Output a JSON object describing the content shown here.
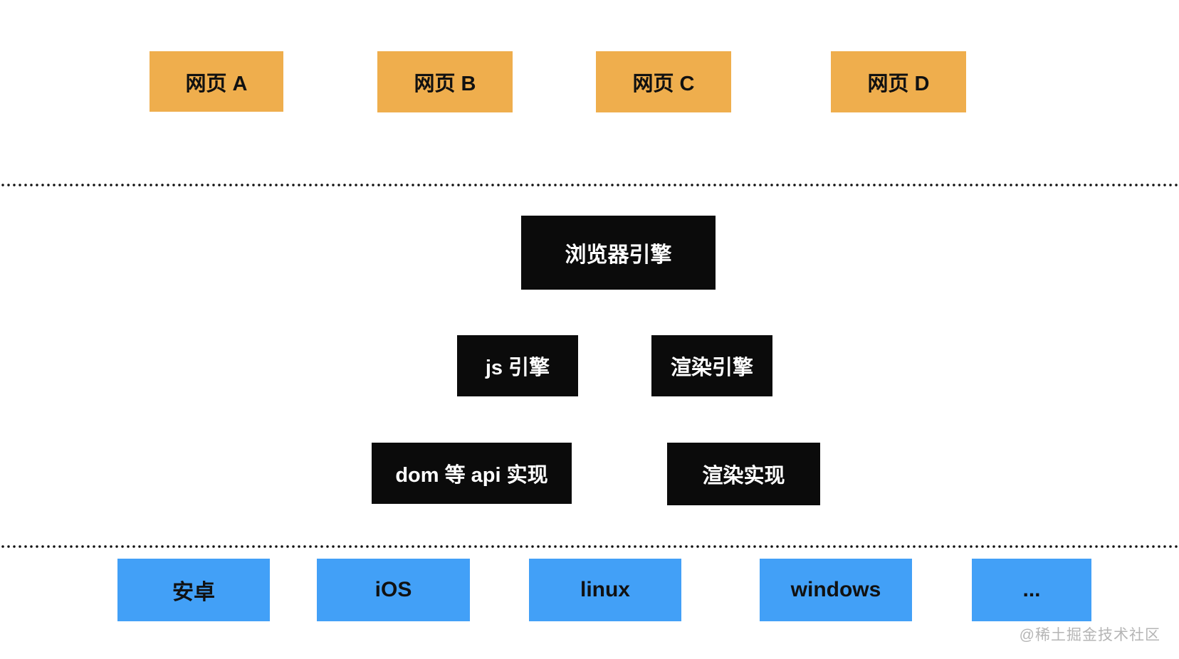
{
  "diagram": {
    "pages": [
      {
        "label": "网页 A"
      },
      {
        "label": "网页 B"
      },
      {
        "label": "网页 C"
      },
      {
        "label": "网页 D"
      }
    ],
    "engines": {
      "browser_engine": "浏览器引擎",
      "js_engine": "js 引擎",
      "render_engine": "渲染引擎",
      "dom_api_impl": "dom 等 api 实现",
      "render_impl": "渲染实现"
    },
    "platforms": [
      {
        "label": "安卓"
      },
      {
        "label": "iOS"
      },
      {
        "label": "linux"
      },
      {
        "label": "windows"
      },
      {
        "label": "..."
      }
    ],
    "watermark": "@稀土掘金技术社区",
    "colors": {
      "page_box": "#EFAE4D",
      "engine_box": "#0B0B0B",
      "engine_text": "#FFFFFF",
      "platform_box": "#42A0F7",
      "box_text": "#111111",
      "separator": "#111111",
      "watermark_text": "#B5B5B5",
      "background": "#FFFFFF"
    }
  }
}
